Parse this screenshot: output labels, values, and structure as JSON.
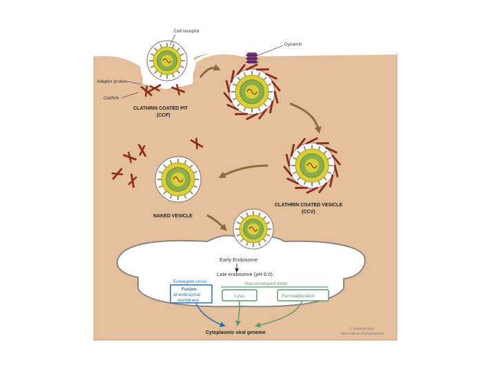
{
  "labels": {
    "cell_receptor": "Cell receptor",
    "dynamin": "Dynamin",
    "adaptor_protein": "Adaptor protein",
    "clathrin": "Clathrin",
    "ccp_title": "CLATHRIN COATED PIT",
    "ccp_abbr": "(CCP)",
    "ccv_title": "CLATHRIN COATED VESICLE",
    "ccv_abbr": "(CCV)",
    "naked_vesicle": "NAKED VESICLE",
    "early_endosome": "Early Endosome",
    "late_endosome": "Late endosome (pH 6.0)",
    "enveloped_virion": "Enveloped virion",
    "non_enveloped_virion": "Non-enveloped virion",
    "fusion_line1": "Fusion",
    "fusion_line2": "at endosomal",
    "fusion_line3": "membrane",
    "lysis": "Lysis",
    "permeabilization": "Permeabilization",
    "cytoplasmic_genome": "Cytoplasmic viral genome",
    "credit_line1": "© ViralZone 2013",
    "credit_line2": "Swiss Institute of Bioinformatics"
  },
  "colors": {
    "cytoplasm": "#e3bf9c",
    "membrane": "#ffffff",
    "membrane_edge": "#8a8580",
    "clathrin": "#8e2e1e",
    "spike": "#a58a68",
    "capsid_yellow": "#d8cf3a",
    "capsid_green": "#8cae4a",
    "arrow": "#8c6a3c",
    "enveloped_blue": "#1f6fb5",
    "nonenveloped_green": "#5a9a6a"
  }
}
